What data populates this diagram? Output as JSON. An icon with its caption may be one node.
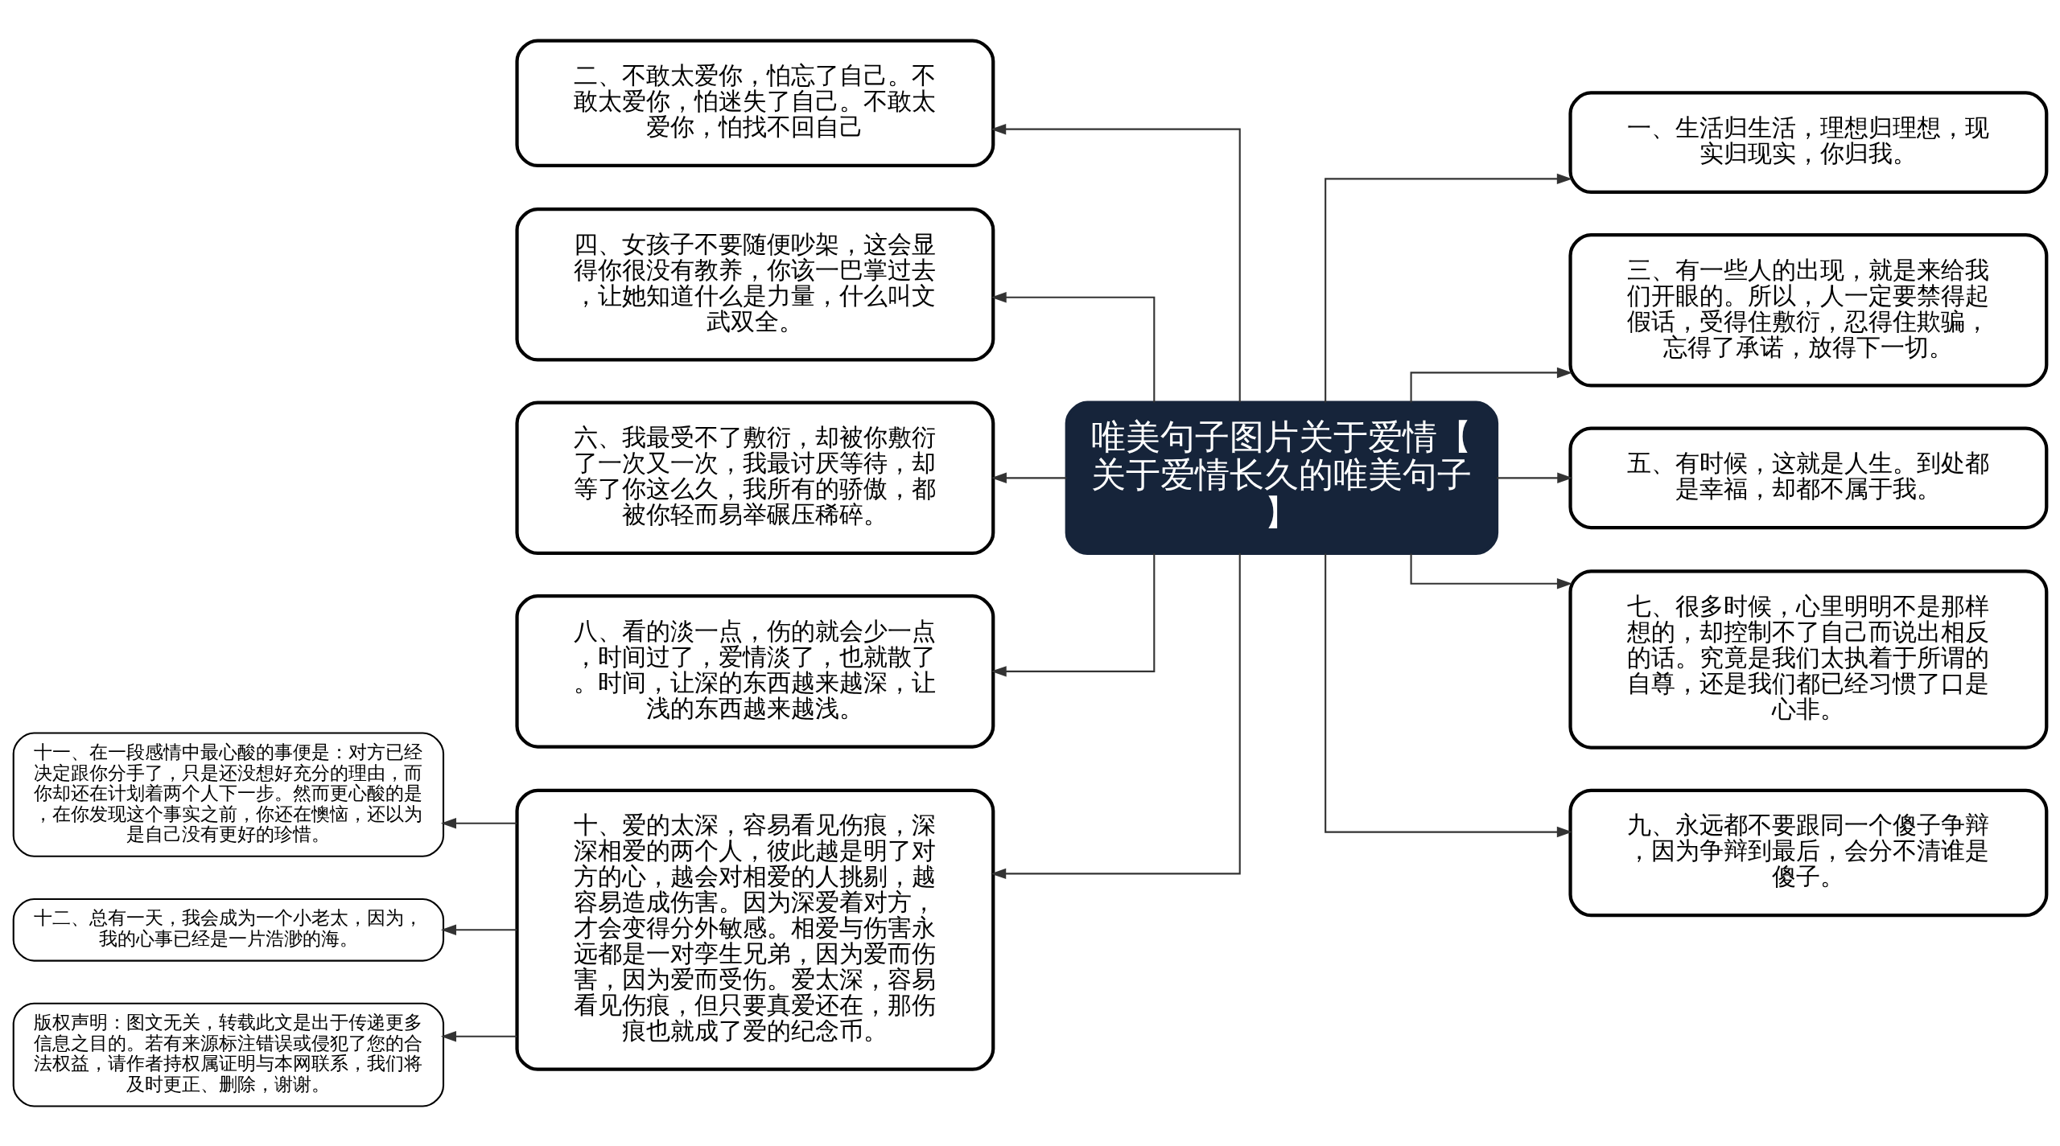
{
  "diagram": {
    "nodes": [
      {
        "text": [
          "唯美句子图片关于爱情【关于爱情长久的唯美句子】"
        ]
      },
      {
        "text": [
          "二、不敢太爱你，怕忘了自己。不敢太爱你，怕迷失了自己。不敢太爱你，怕找不回自己"
        ]
      },
      {
        "text": [
          "四、女孩子不要随便吵架，这会显得你很没有教养，你该一巴掌过去，让她知道什么是力量，什么叫文武双全。"
        ]
      },
      {
        "text": [
          "六、我最受不了敷衍，却被你敷衍了一次又一次，我最讨厌等待，却等了你这么久，我所有的骄傲，都被你轻而易举碾压稀碎。"
        ]
      },
      {
        "text": [
          "八、看的淡一点，伤的就会少一点，时间过了，爱情淡了，也就散了。时间，让深的东西越来越深，让浅的东西越来越浅。"
        ]
      },
      {
        "text": [
          "十、爱的太深，容易看见伤痕，深深相爱的两个人，彼此越是明了对方的心，越会对相爱的人挑剔，越容易造成伤害。因为深爱着对方，才会变得分外敏感。相爱与伤害永远都是一对孪生兄弟，因为爱而伤害，因为爱而受伤。爱太深，容易看见伤痕，但只要真爱还在，那伤痕也就成了爱的纪念币。"
        ]
      },
      {
        "text": [
          "十一、在一段感情中最心酸的事便是：对方已经决定跟你分手了，只是还没想好充分的理由，而你却还在计划着两个人下一步。然而更心酸的是，在你发现这个事实之前，你还在懊恼，还以为是自己没有更好的珍惜。"
        ]
      },
      {
        "text": [
          "十二、总有一天，我会成为一个小老太，因为，我的心事已经是一片浩渺的海。"
        ]
      },
      {
        "text": [
          "版权声明：图文无关，转载此文是出于传递更多信息之目的。若有来源标注错误或侵犯了您的合法权益，请作者持权属证明与本网联系，我们将及时更正、删除，谢谢。"
        ]
      },
      {
        "text": [
          "一、生活归生活，理想归理想，现实归现实，你归我。"
        ]
      },
      {
        "text": [
          "三、有一些人的出现，就是来给我们开眼的。所以，人一定要禁得起假话，受得住敷衍，忍得住欺骗，忘得了承诺，放得下一切。"
        ]
      },
      {
        "text": [
          "五、有时候，这就是人生。到处都是幸福，却都不属于我。"
        ]
      },
      {
        "text": [
          "七、很多时候，心里明明不是那样想的，却控制不了自己而说出相反的话。究竟是我们太执着于所谓的自尊，还是我们都已经习惯了口是心非。"
        ]
      },
      {
        "text": [
          "九、永远都不要跟同一个傻子争辩，因为争辩到最后，会分不清谁是傻子。"
        ]
      }
    ],
    "edges": [
      {
        "from": 0,
        "to": 1,
        "arrow": "to"
      },
      {
        "from": 0,
        "to": 2,
        "arrow": "to"
      },
      {
        "from": 0,
        "to": 3,
        "arrow": "to"
      },
      {
        "from": 0,
        "to": 4,
        "arrow": "to"
      },
      {
        "from": 0,
        "to": 5,
        "arrow": "to"
      },
      {
        "from": 5,
        "to": 6,
        "arrow": "to"
      },
      {
        "from": 5,
        "to": 7,
        "arrow": "to"
      },
      {
        "from": 5,
        "to": 8,
        "arrow": "to"
      },
      {
        "from": 0,
        "to": 9,
        "arrow": "to"
      },
      {
        "from": 0,
        "to": 10,
        "arrow": "to"
      },
      {
        "from": 0,
        "to": 11,
        "arrow": "to"
      },
      {
        "from": 0,
        "to": 12,
        "arrow": "to"
      },
      {
        "from": 0,
        "to": 13,
        "arrow": "to"
      }
    ]
  }
}
